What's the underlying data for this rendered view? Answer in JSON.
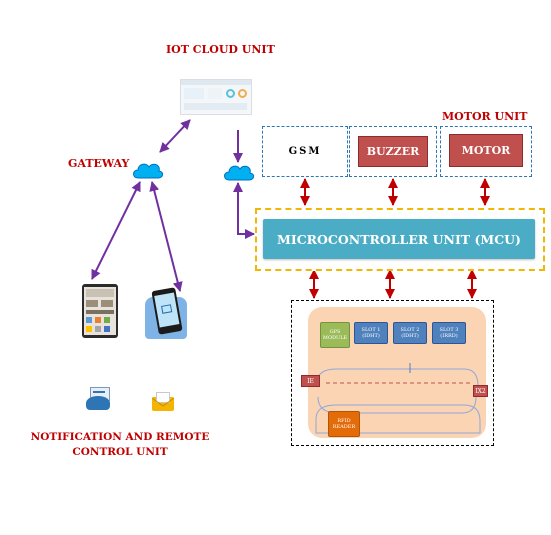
{
  "titles": {
    "iot_cloud": "IOT CLOUD UNIT",
    "motor_unit": "MOTOR UNIT",
    "gateway": "GATEWAY",
    "notification_line1": "NOTIFICATION AND REMOTE",
    "notification_line2": "CONTROL UNIT"
  },
  "modules": {
    "gsm": "GSM",
    "buzzer": "BUZZER",
    "motor": "MOTOR",
    "mcu": "MICROCONTROLLER UNIT (MCU)"
  },
  "parking": {
    "gps": "GPS MODULE",
    "slot1": "SLOT 1 (IDHT)",
    "slot2": "SLOT 2 (IDHT)",
    "slot3": "SLOT 3 (IRRD)",
    "rfid": "RFID READER",
    "entry": "IE",
    "exit": "IX2"
  },
  "colors": {
    "title_red": "#c00000",
    "arrow_red": "#c00000",
    "arrow_purple": "#7030a0",
    "mcu_blue": "#4bacc6",
    "module_red": "#c0504d",
    "dashed_blue": "#2e75b6",
    "dashed_yellow": "#f2b705",
    "parking_peach": "#fbd4b4",
    "cloud_blue": "#00b0f0"
  },
  "icons": {
    "cloud": "cloud-icon",
    "dashboard": "dashboard-screenshot-icon",
    "phone_app": "phone-app-icon",
    "phone_hand": "phone-in-hand-icon",
    "email": "email-icon",
    "mail_envelope": "mail-envelope-icon"
  }
}
